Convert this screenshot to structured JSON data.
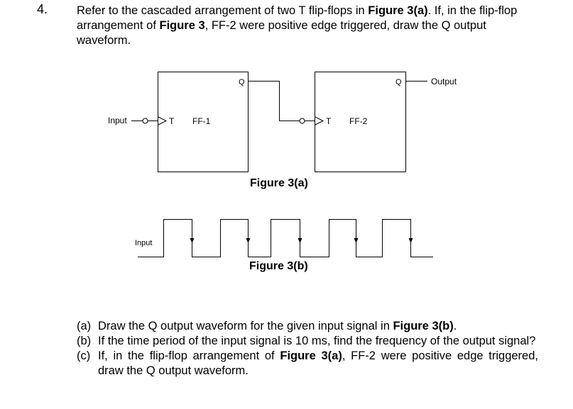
{
  "question": {
    "number": "4.",
    "text_1": "Refer to the cascaded arrangement of two T flip-flops in ",
    "ref_a": "Figure 3(a)",
    "text_2": ". If, in the flip-flop arrangement of ",
    "ref_b": "Figure 3",
    "text_3": ", FF-2 were positive edge triggered, draw the Q output waveform."
  },
  "figure_a": {
    "caption": "Figure 3(a)",
    "input_label": "Input",
    "output_label": "Output",
    "ff1": {
      "t_label": "T",
      "name": "FF-1",
      "q_label": "Q"
    },
    "ff2": {
      "t_label": "T",
      "name": "FF-2",
      "q_label": "Q"
    }
  },
  "figure_b": {
    "caption": "Figure 3(b)",
    "input_label": "Input",
    "pulse_count": 5,
    "falling_edge_arrows": true
  },
  "subquestions": [
    {
      "tag": "(a)",
      "text_1": "Draw the Q output waveform for the given input signal in ",
      "ref": "Figure 3(b)",
      "text_2": "."
    },
    {
      "tag": "(b)",
      "text_1": "If the time period of the input signal is 10 ms, find the frequency of the output signal?",
      "ref": "",
      "text_2": ""
    },
    {
      "tag": "(c)",
      "text_1": "If, in the flip-flop arrangement of ",
      "ref": "Figure 3(a)",
      "text_2": ", FF-2 were positive edge triggered, draw the Q output waveform."
    }
  ]
}
